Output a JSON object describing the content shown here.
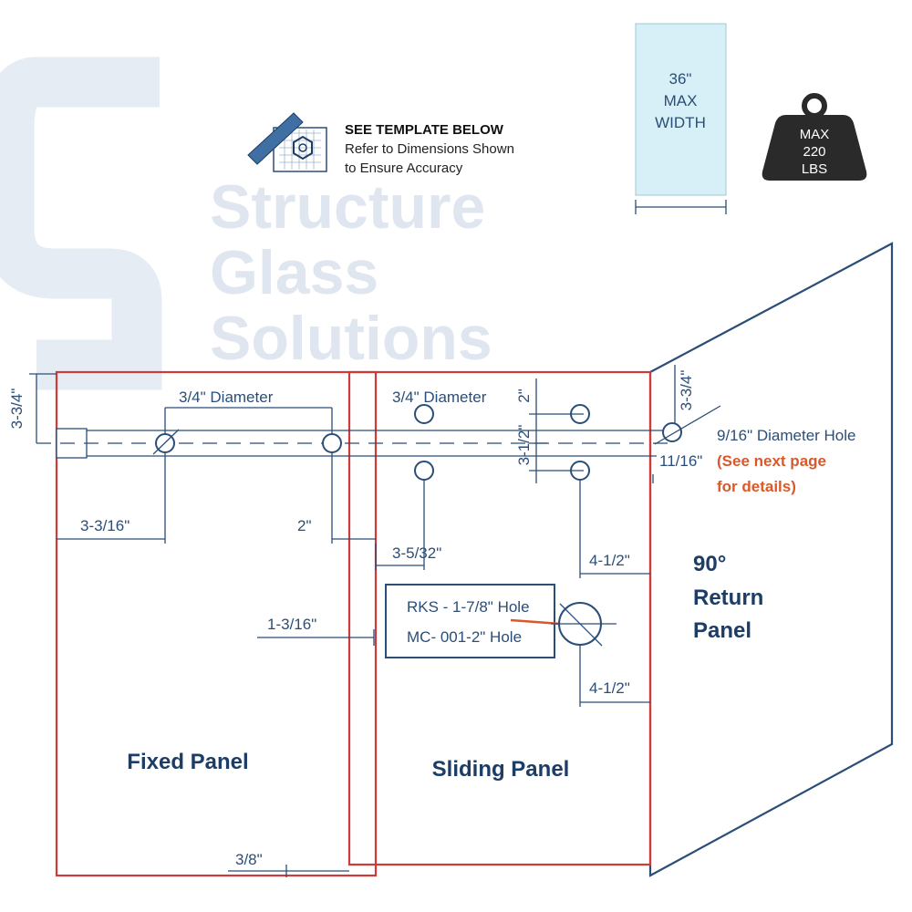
{
  "colors": {
    "dimension_blue": "#2b4e78",
    "panel_red": "#cf3a3a",
    "note_orange": "#d9592b",
    "glass_fill": "#d7f0f7",
    "weight_fill": "#2a2a2a"
  },
  "watermark": {
    "line1": "Structure",
    "line2": "Glass",
    "line3": "Solutions"
  },
  "header": {
    "icon": "template-ruler-icon",
    "title": "SEE TEMPLATE BELOW",
    "line1": "Refer to Dimensions Shown",
    "line2": "to Ensure Accuracy"
  },
  "max_width": {
    "line1": "36\"",
    "line2": "MAX",
    "line3": "WIDTH"
  },
  "max_weight": {
    "icon": "weight-icon",
    "line1": "MAX",
    "line2": "220",
    "line3": "LBS"
  },
  "panels": {
    "fixed": "Fixed Panel",
    "sliding": "Sliding Panel",
    "return_line1": "90°",
    "return_line2": "Return",
    "return_line3": "Panel"
  },
  "dimensions": {
    "top_offset": "3-3/4\"",
    "diameter_left": "3/4\" Diameter",
    "diameter_center": "3/4\" Diameter",
    "v_2": "2\"",
    "v_3_1_2": "3-1/2\"",
    "right_3_3_4": "3-3/4\"",
    "hole_9_16": "9/16\" Diameter Hole",
    "d_11_16": "11/16\"",
    "d_3_3_16": "3-3/16\"",
    "d_2": "2\"",
    "d_3_5_32": "3-5/32\"",
    "d_4_1_2_top": "4-1/2\"",
    "d_1_3_16": "1-3/16\"",
    "d_4_1_2_bottom": "4-1/2\"",
    "d_3_8": "3/8\""
  },
  "note": {
    "line1": "(See next page",
    "line2": "for details)"
  },
  "handle_box": {
    "line1": "RKS - 1-7/8\" Hole",
    "line2": "MC- 001-2\" Hole"
  }
}
